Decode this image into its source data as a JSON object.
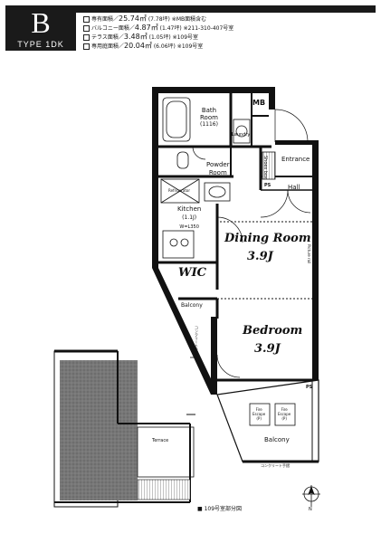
{
  "header": {
    "type_letter": "B",
    "type_label": "TYPE 1DK"
  },
  "areas": [
    {
      "label": "専有面積／",
      "value": "25.74㎡",
      "note": "(7.78坪) ※MB面積含む"
    },
    {
      "label": "バルコニー面積／",
      "value": "4.87㎡",
      "note": "(1.47坪) ※211-310-407号室"
    },
    {
      "label": "テラス面積／",
      "value": "3.48㎡",
      "note": "(1.05坪) ※109号室"
    },
    {
      "label": "専用庭面積／",
      "value": "20.04㎡",
      "note": "(6.06坪) ※109号室"
    }
  ],
  "rooms": {
    "mb": "MB",
    "bath_line1": "Bath",
    "bath_line2": "Room",
    "bath_size": "(1116)",
    "laundry": "Laundry",
    "powder_line1": "Powder",
    "powder_line2": "Room",
    "shoes_line1": "Shoes",
    "shoes_line2": "box",
    "entrance": "Entrance",
    "hall": "Hall",
    "ps": "PS",
    "refrigerator": "Refrigerator",
    "kitchen": "Kitchen",
    "kitchen_size": "(1.1J)",
    "kitchen_wall": "W=L350",
    "dining_name": "Dining Room",
    "dining_size": "3.9J",
    "picture_rail": "Picture rail",
    "wic": "WIC",
    "balcony_small": "Balcony",
    "bedroom_name": "Bedroom",
    "bedroom_size": "3.9J",
    "balcony": "Balcony",
    "escape1_line1": "Fire",
    "escape1_line2": "Escape",
    "escape1_note": "(P)",
    "escape2_line1": "Fire",
    "escape2_line2": "Escape",
    "escape2_note": "(P)",
    "terrace": "Terrace",
    "concrete_rail1": "コンクリート手摺",
    "concrete_rail2": "コンクリート手摺",
    "private_garden_note": "■ 109号室部分図",
    "north": "N"
  }
}
